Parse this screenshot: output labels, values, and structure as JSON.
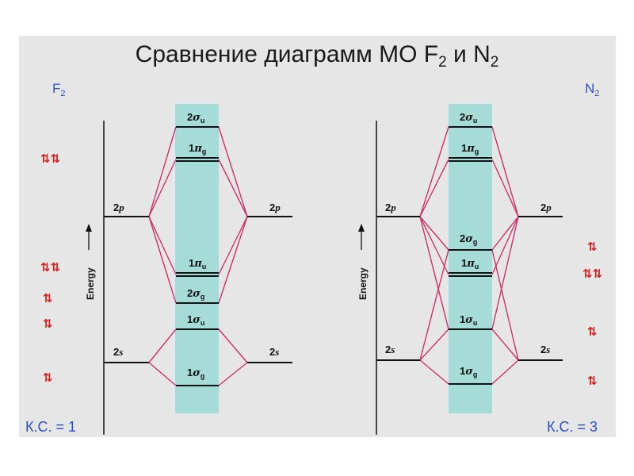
{
  "title": {
    "text": "Сравнение диаграмм МО F",
    "sub1": "2",
    "mid": " и N",
    "sub2": "2"
  },
  "left": {
    "molecule": {
      "base": "F",
      "sub": "2"
    },
    "bond_order": "К.С. = 1",
    "axis_label": "Energy",
    "atomic_levels": [
      {
        "n": "2",
        "l": "p"
      },
      {
        "n": "2",
        "l": "s"
      }
    ],
    "mo_levels": [
      {
        "name": "2σu",
        "num": "2",
        "sym": "σ",
        "sub": "u"
      },
      {
        "name": "1πg",
        "num": "1",
        "sym": "π",
        "sub": "g"
      },
      {
        "name": "1πu",
        "num": "1",
        "sym": "π",
        "sub": "u"
      },
      {
        "name": "2σg",
        "num": "2",
        "sym": "σ",
        "sub": "g"
      },
      {
        "name": "1σu",
        "num": "1",
        "sym": "σ",
        "sub": "u"
      },
      {
        "name": "1σg",
        "num": "1",
        "sym": "σ",
        "sub": "g"
      }
    ],
    "electrons": [
      "⇅⇅",
      "⇅⇅",
      "⇅",
      "⇅",
      "⇅"
    ]
  },
  "right": {
    "molecule": {
      "base": "N",
      "sub": "2"
    },
    "bond_order": "К.С. = 3",
    "axis_label": "Energy",
    "atomic_levels": [
      {
        "n": "2",
        "l": "p"
      },
      {
        "n": "2",
        "l": "s"
      }
    ],
    "mo_levels": [
      {
        "name": "2σu",
        "num": "2",
        "sym": "σ",
        "sub": "u"
      },
      {
        "name": "1πg",
        "num": "1",
        "sym": "π",
        "sub": "g"
      },
      {
        "name": "2σg",
        "num": "2",
        "sym": "σ",
        "sub": "g"
      },
      {
        "name": "1πu",
        "num": "1",
        "sym": "π",
        "sub": "u"
      },
      {
        "name": "1σu",
        "num": "1",
        "sym": "σ",
        "sub": "u"
      },
      {
        "name": "1σg",
        "num": "1",
        "sym": "σ",
        "sub": "g"
      }
    ],
    "electrons": [
      "⇅",
      "⇅⇅",
      "⇅",
      "⇅"
    ]
  },
  "colors": {
    "panel": "#e6e6e6",
    "band": "#a6dcd8",
    "connector": "#d0306a",
    "level": "#111111",
    "electron": "#d42020",
    "label_blue": "#2a4fd4"
  }
}
